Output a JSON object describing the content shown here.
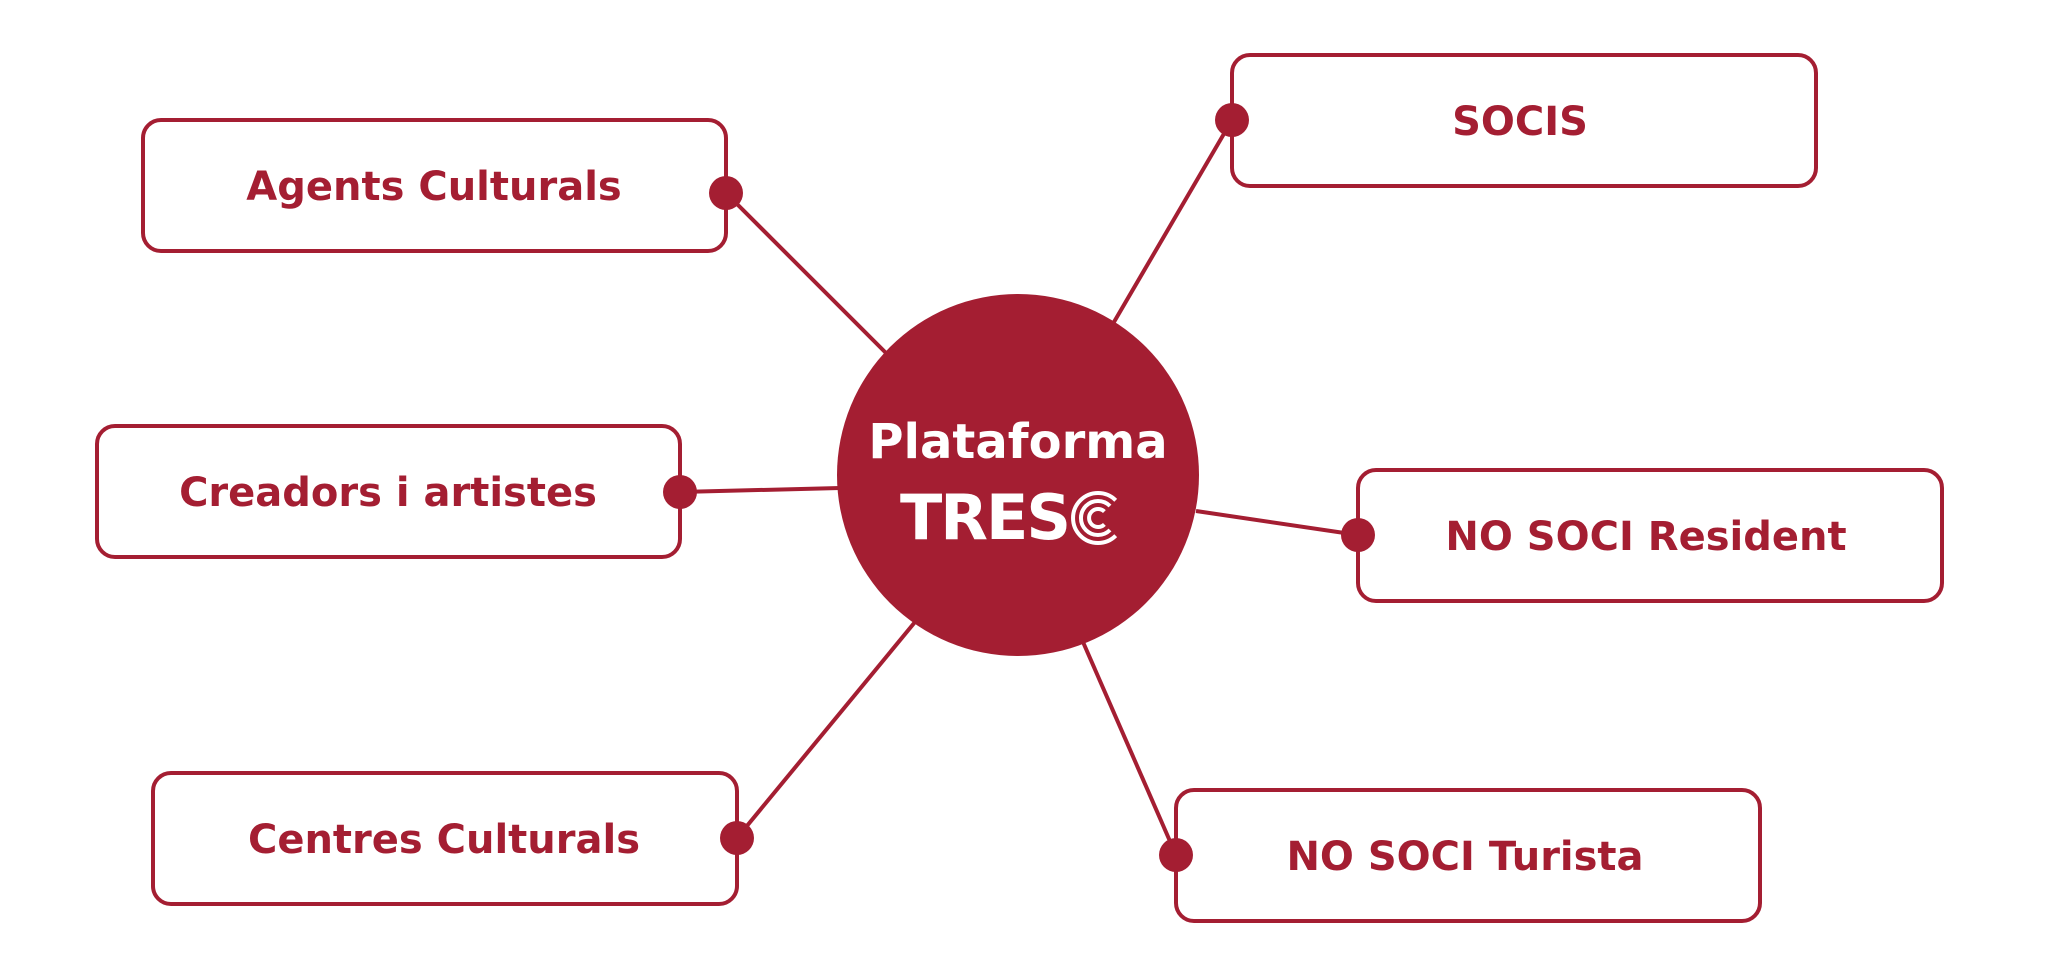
{
  "diagram": {
    "hub": {
      "title": "Plataforma",
      "logo_text": "TRES",
      "logo_mark_icon": "concentric-c-icon"
    },
    "nodes": [
      {
        "id": "agents-culturals",
        "label": "Agents Culturals"
      },
      {
        "id": "creadors-artistes",
        "label": "Creadors i artistes"
      },
      {
        "id": "centres-culturals",
        "label": "Centres Culturals"
      },
      {
        "id": "socis",
        "label": "SOCIS"
      },
      {
        "id": "no-soci-resident",
        "label": "NO SOCI Resident"
      },
      {
        "id": "no-soci-turista",
        "label": "NO SOCI Turista"
      }
    ],
    "colors": {
      "accent": "#a41e32",
      "background": "#ffffff",
      "hub_text": "#ffffff"
    }
  }
}
